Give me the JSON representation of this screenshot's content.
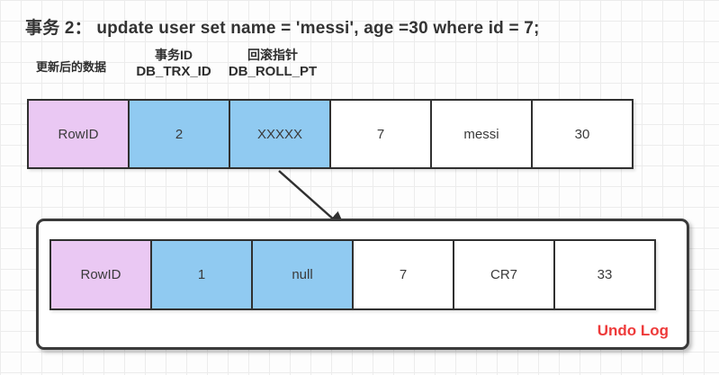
{
  "title": "事务 2：  update user set name = 'messi', age =30 where id = 7;",
  "labels": {
    "updated_data": "更新后的数据",
    "trx_cn": "事务ID",
    "trx_en": "DB_TRX_ID",
    "roll_cn": "回滚指针",
    "roll_en": "DB_ROLL_PT"
  },
  "rows": {
    "current": [
      "RowID",
      "2",
      "XXXXX",
      "7",
      "messi",
      "30"
    ],
    "undo": [
      "RowID",
      "1",
      "null",
      "7",
      "CR7",
      "33"
    ]
  },
  "undo_log_label": "Undo Log",
  "colors": {
    "rowid_fill": "#eac8f3",
    "pointer_fill": "#90caf1",
    "data_fill": "#ffffff",
    "border": "#303030",
    "undo_label": "#ee3a3a"
  }
}
